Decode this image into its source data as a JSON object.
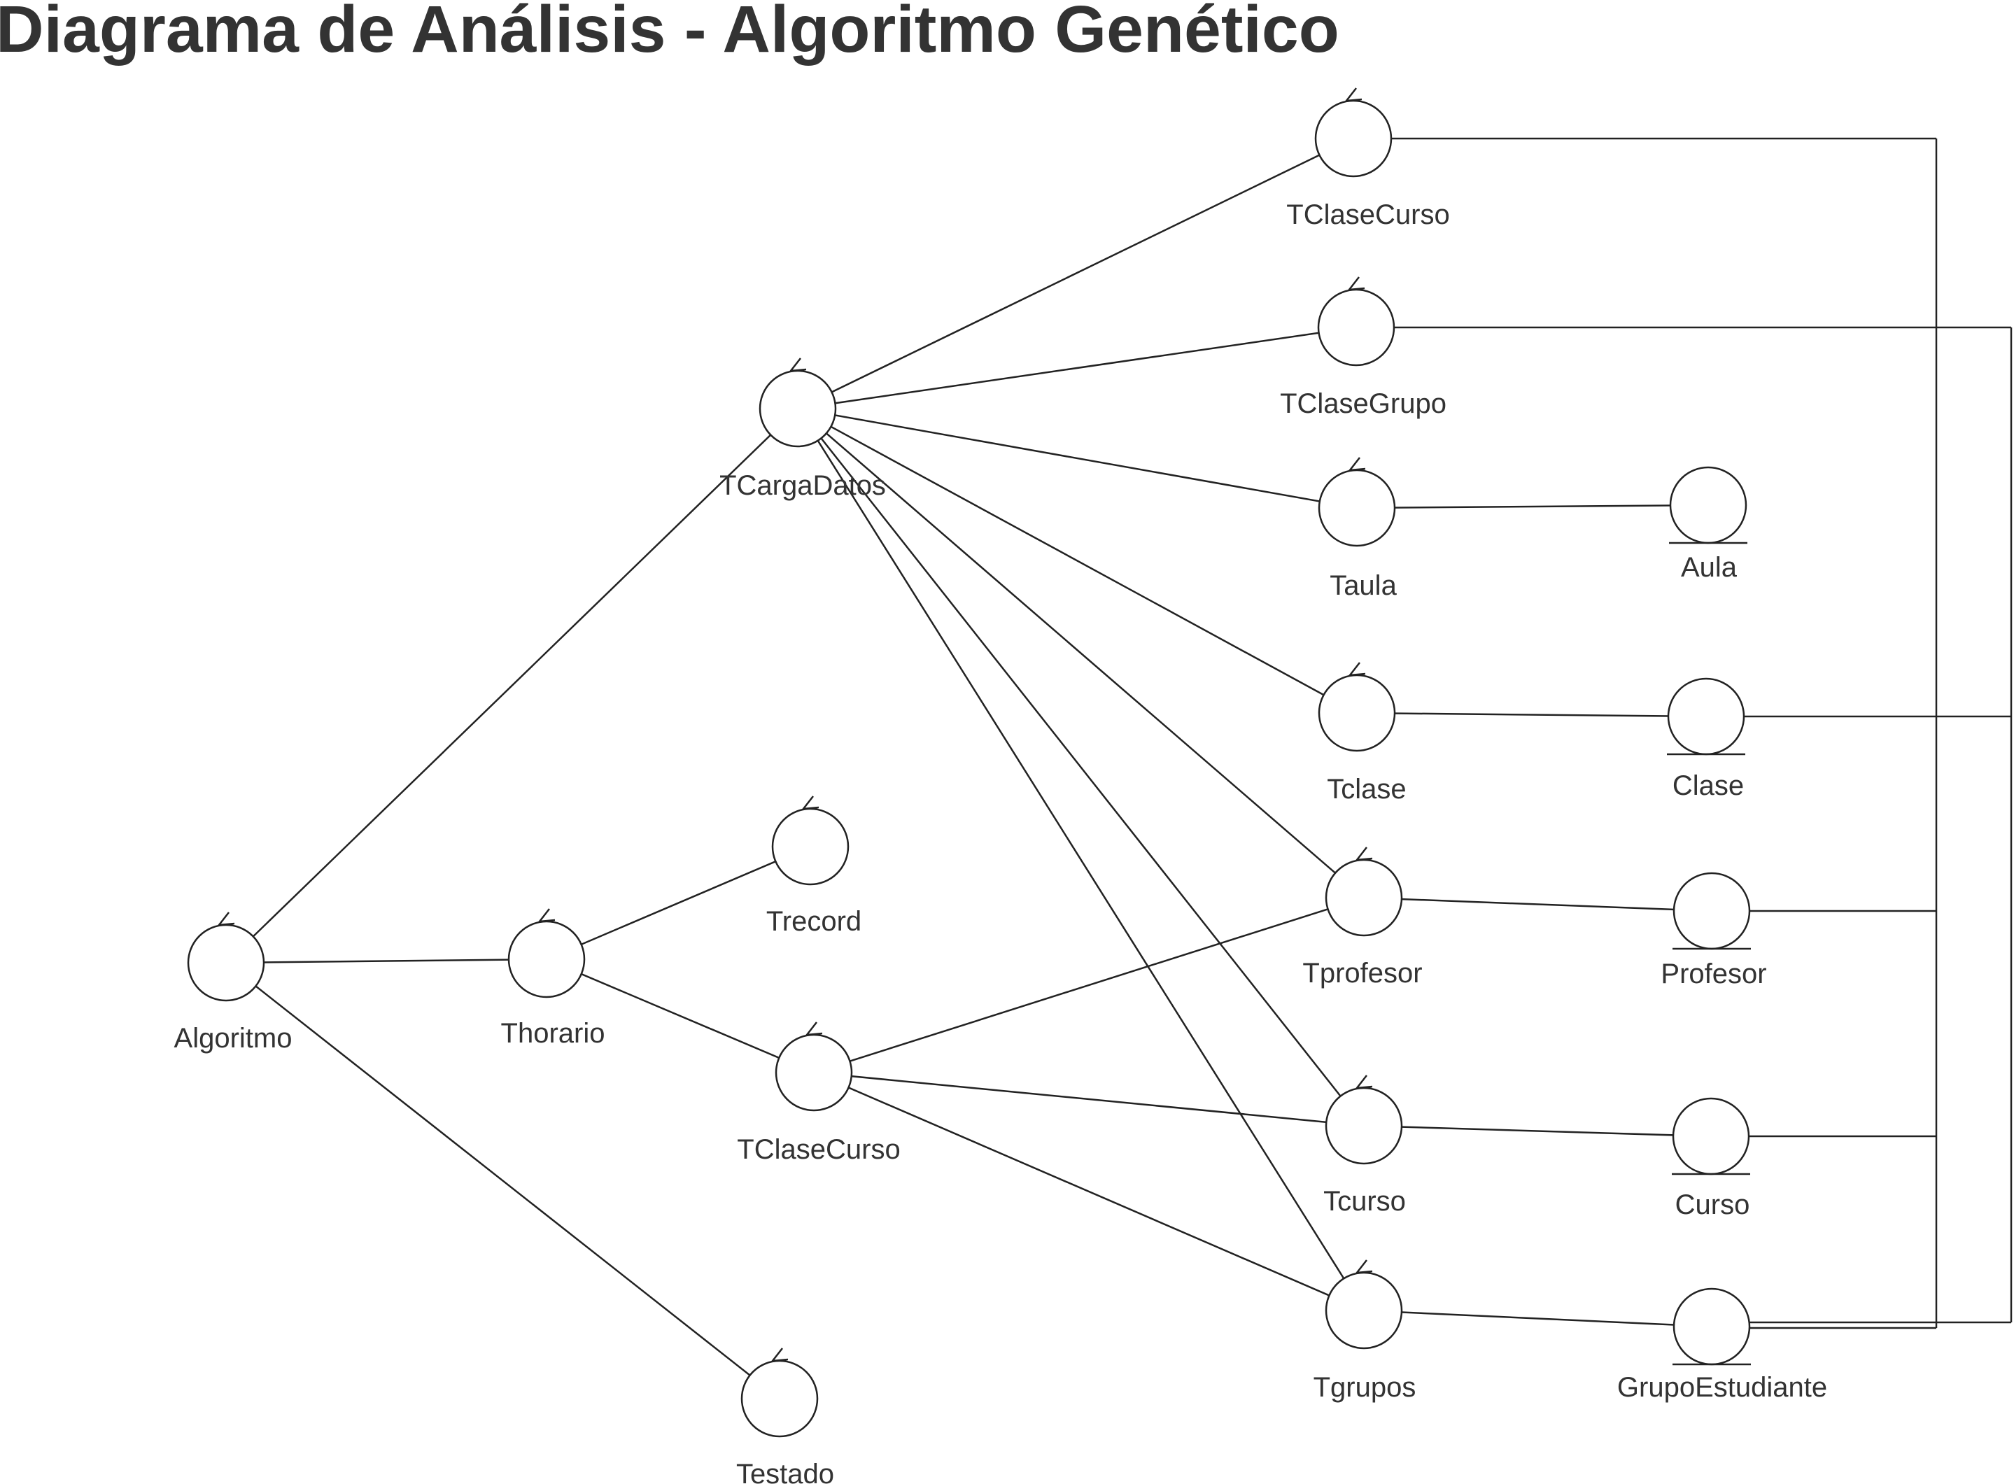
{
  "title": "Diagrama de Análisis - Algoritmo Genético",
  "nodes": [
    {
      "id": "algoritmo",
      "kind": "control",
      "label": "Algoritmo"
    },
    {
      "id": "tcargadatos",
      "kind": "control",
      "label": "TCargaDatos"
    },
    {
      "id": "thorario",
      "kind": "control",
      "label": "Thorario"
    },
    {
      "id": "trecord",
      "kind": "control",
      "label": "Trecord"
    },
    {
      "id": "tclasecurso2",
      "kind": "control",
      "label": "TClaseCurso"
    },
    {
      "id": "testado",
      "kind": "control",
      "label": "Testado"
    },
    {
      "id": "tclasecurso1",
      "kind": "control",
      "label": "TClaseCurso"
    },
    {
      "id": "tclasegrupo",
      "kind": "control",
      "label": "TClaseGrupo"
    },
    {
      "id": "taula",
      "kind": "control",
      "label": "Taula"
    },
    {
      "id": "tclase",
      "kind": "control",
      "label": "Tclase"
    },
    {
      "id": "tprofesor",
      "kind": "control",
      "label": "Tprofesor"
    },
    {
      "id": "tcurso",
      "kind": "control",
      "label": "Tcurso"
    },
    {
      "id": "tgrupos",
      "kind": "control",
      "label": "Tgrupos"
    },
    {
      "id": "aula",
      "kind": "entity",
      "label": "Aula"
    },
    {
      "id": "clase",
      "kind": "entity",
      "label": "Clase"
    },
    {
      "id": "profesor",
      "kind": "entity",
      "label": "Profesor"
    },
    {
      "id": "curso",
      "kind": "entity",
      "label": "Curso"
    },
    {
      "id": "grupoestudiante",
      "kind": "entity",
      "label": "GrupoEstudiante"
    }
  ],
  "edges": [
    [
      "algoritmo",
      "tcargadatos"
    ],
    [
      "algoritmo",
      "thorario"
    ],
    [
      "algoritmo",
      "testado"
    ],
    [
      "thorario",
      "trecord"
    ],
    [
      "thorario",
      "tclasecurso2"
    ],
    [
      "tcargadatos",
      "tclasecurso1"
    ],
    [
      "tcargadatos",
      "tclasegrupo"
    ],
    [
      "tcargadatos",
      "taula"
    ],
    [
      "tcargadatos",
      "tclase"
    ],
    [
      "tcargadatos",
      "tprofesor"
    ],
    [
      "tcargadatos",
      "tcurso"
    ],
    [
      "tcargadatos",
      "tgrupos"
    ],
    [
      "tclasecurso2",
      "tprofesor"
    ],
    [
      "tclasecurso2",
      "tcurso"
    ],
    [
      "tclasecurso2",
      "tgrupos"
    ],
    [
      "taula",
      "aula"
    ],
    [
      "tclase",
      "clase"
    ],
    [
      "tprofesor",
      "profesor"
    ],
    [
      "tcurso",
      "curso"
    ],
    [
      "tgrupos",
      "grupoestudiante"
    ]
  ],
  "bus_edges": [
    [
      "tclasecurso1",
      "bus1"
    ],
    [
      "profesor",
      "bus1"
    ],
    [
      "curso",
      "bus1"
    ],
    [
      "grupoestudiante",
      "bus1"
    ],
    [
      "tclasegrupo",
      "bus2"
    ],
    [
      "clase",
      "bus2"
    ],
    [
      "grupoestudiante",
      "bus2"
    ]
  ]
}
